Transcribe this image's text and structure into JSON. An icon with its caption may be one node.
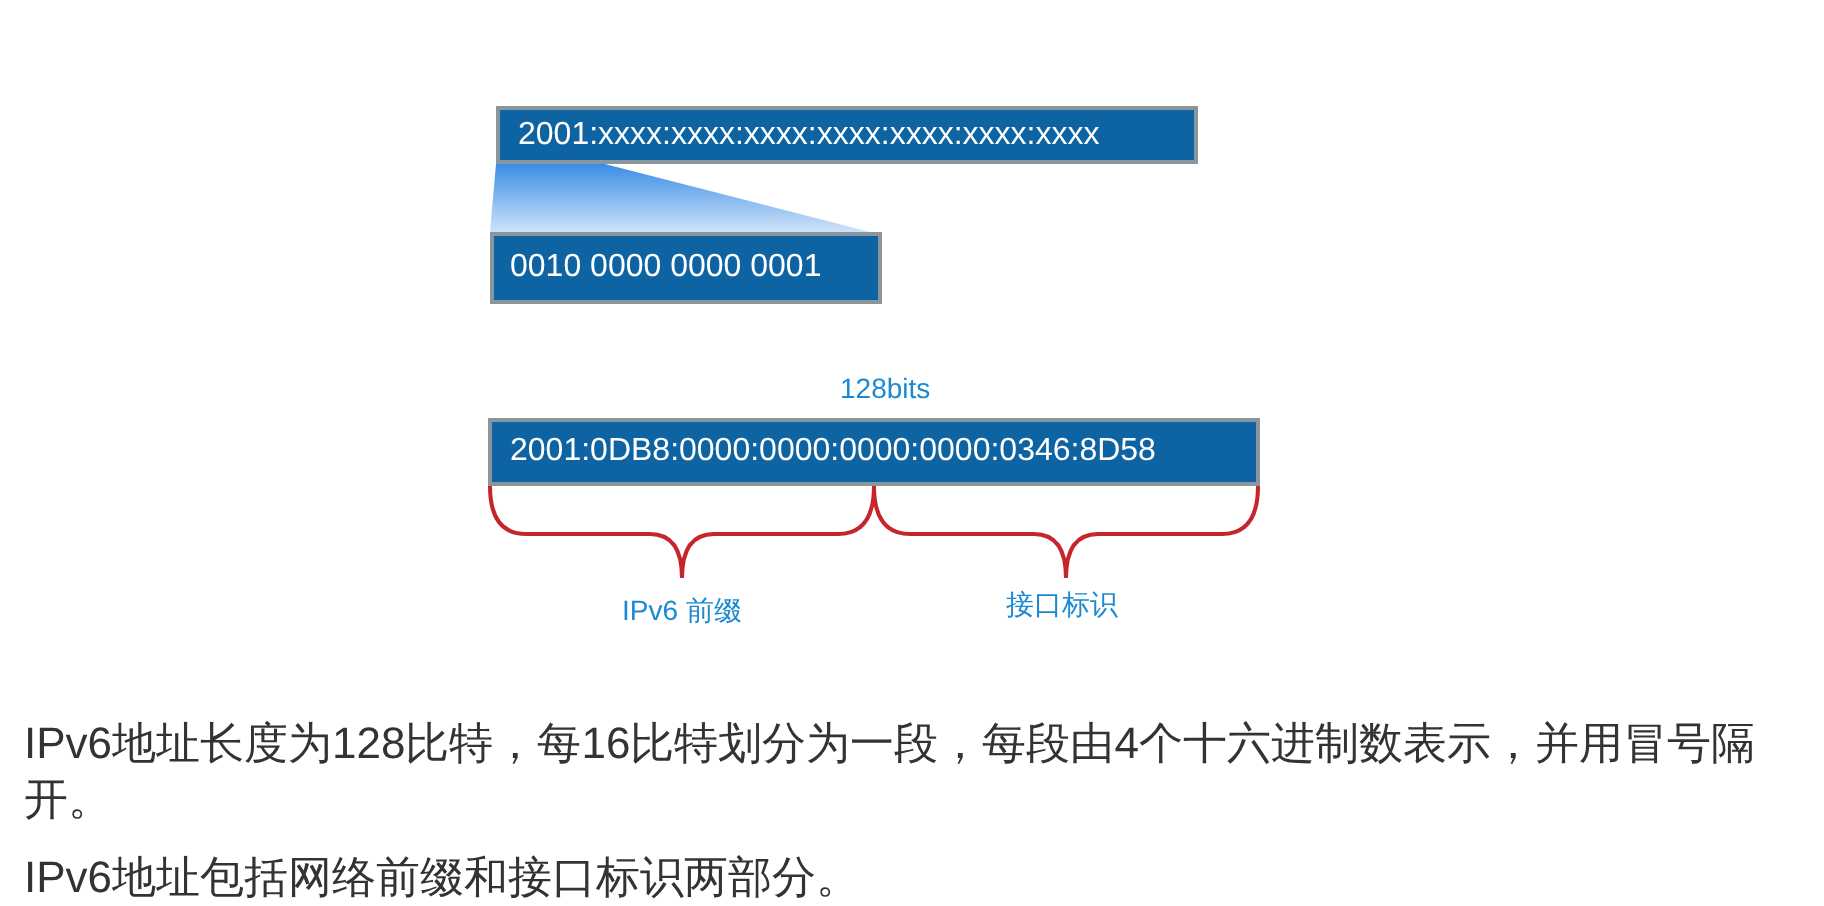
{
  "diagram": {
    "nodes": [
      {
        "text": [
          "2001:xxxx:xxxx:xxxx:xxxx:xxxx:xxxx:xxxx"
        ]
      },
      {
        "text": [
          "0010 0000 0000 0001"
        ]
      },
      {
        "text": [
          "2001:0DB8:0000:0000:0000:0000:0346:8D58"
        ],
        "beside": [
          "128bits"
        ]
      }
    ],
    "edges": [
      {
        "from": 0,
        "to": 1,
        "arrow": "none"
      }
    ],
    "labels": [
      "IPv6 前缀",
      "接口标识",
      "IPv6地址长度为128比特，每16比特划分为一段，每段由4个十六进制数表示，并用冒号隔开。",
      "IPv6地址包括网络前缀和接口标识两部分。"
    ]
  }
}
